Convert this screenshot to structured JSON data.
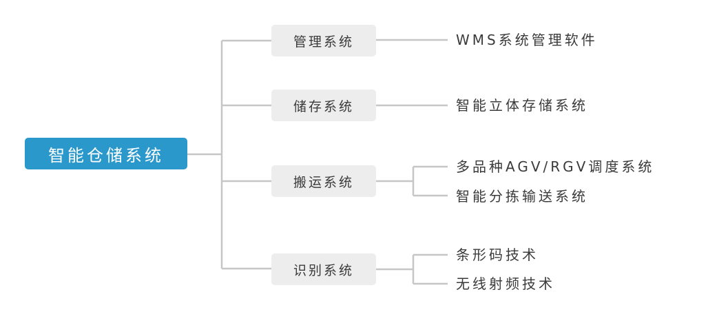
{
  "root": {
    "label": "智能仓储系统",
    "fill_color": "#2b98cc",
    "text_color": "#ffffff"
  },
  "branches": [
    {
      "label": "管理系统",
      "children": [
        "WMS系统管理软件"
      ]
    },
    {
      "label": "储存系统",
      "children": [
        "智能立体存储系统"
      ]
    },
    {
      "label": "搬运系统",
      "children": [
        "多品种AGV/RGV调度系统",
        "智能分拣输送系统"
      ]
    },
    {
      "label": "识别系统",
      "children": [
        "条形码技术",
        "无线射频技术"
      ]
    }
  ],
  "style": {
    "connector_color": "#c6c6c6",
    "branch_fill": "#ededed",
    "text_color": "#3a3a3a"
  }
}
